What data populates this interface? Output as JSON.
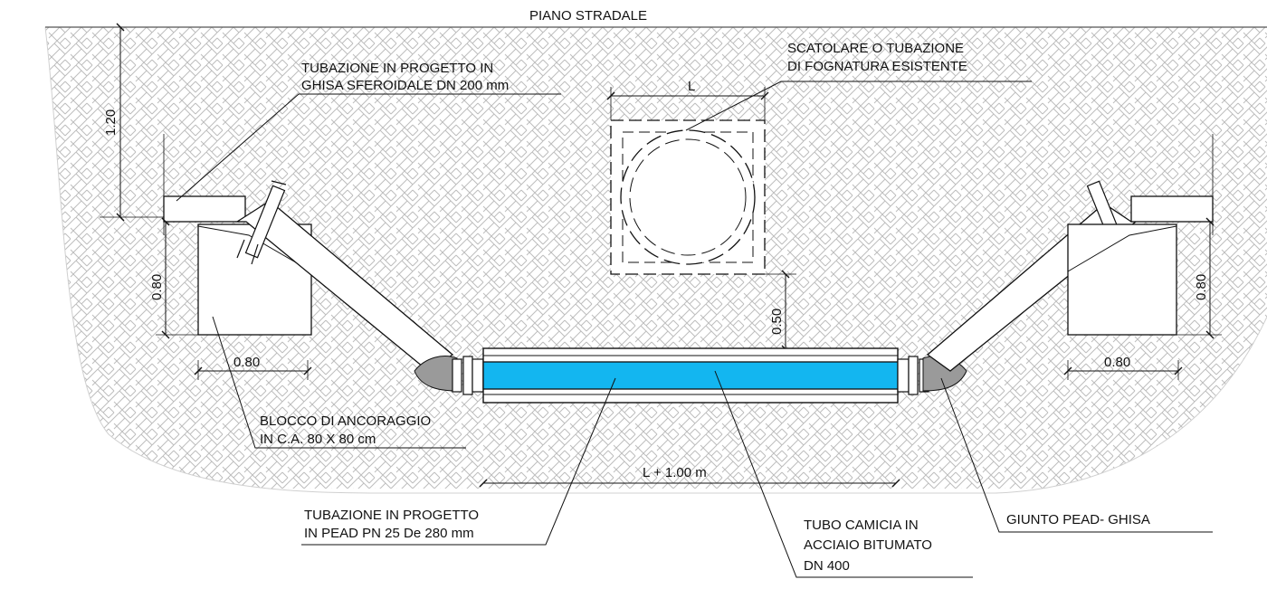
{
  "labels": {
    "road_surface": "PIANO STRADALE",
    "cast_iron_pipe": [
      "TUBAZIONE IN PROGETTO IN",
      "GHISA SFEROIDALE DN 200 mm"
    ],
    "existing_sewer": [
      "SCATOLARE  O TUBAZIONE",
      "DI FOGNATURA ESISTENTE"
    ],
    "anchor_block": [
      "BLOCCO DI ANCORAGGIO",
      "IN C.A. 80 X 80 cm"
    ],
    "pead_pipe": [
      "TUBAZIONE IN PROGETTO",
      "IN PEAD PN 25  De 280 mm"
    ],
    "casing_pipe": [
      "TUBO CAMICIA IN",
      "ACCIAIO BITUMATO",
      "DN 400"
    ],
    "joint": "GIUNTO PEAD- GHISA"
  },
  "dimensions": {
    "cover_depth": "1.20",
    "block_height_left": "0.80",
    "block_width_left": "0.80",
    "block_height_right": "0.80",
    "block_width_right": "0.80",
    "clearance": "0.50",
    "sewer_width": "L",
    "casing_length": "L + 1.00 m"
  },
  "colors": {
    "casing_fill": "#13b6f0",
    "line": "#111111",
    "hatch": "#b9b9b9"
  }
}
